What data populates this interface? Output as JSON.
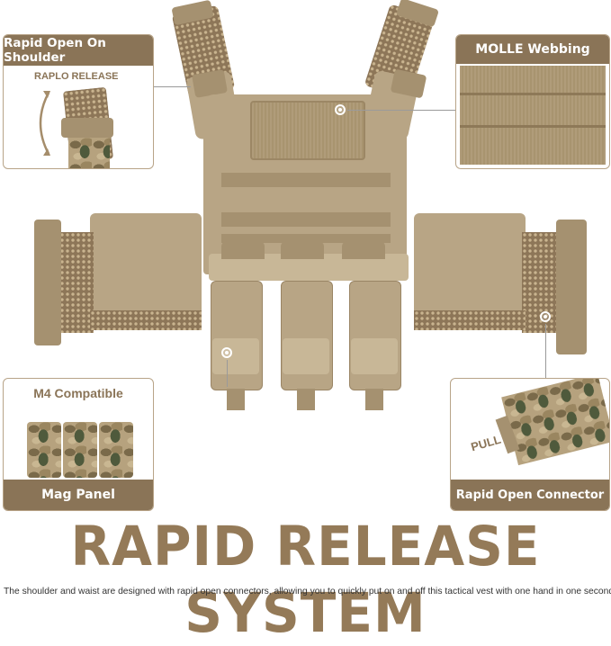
{
  "callouts": {
    "shoulder": {
      "label": "Rapid Open On Shoulder",
      "sublabel": "RAPLO RELEASE"
    },
    "molle": {
      "label": "MOLLE Webbing"
    },
    "mag_panel": {
      "toplabel": "M4 Compatible",
      "label": "Mag Panel"
    },
    "connector": {
      "label": "Rapid Open Connector",
      "pull_label": "PULL"
    }
  },
  "headline": "RAPID RELEASE SYSTEM",
  "caption": "The shoulder and waist are designed with rapid open connectors, allowing you to quickly put on and off this tactical vest with one hand in one second.",
  "colors": {
    "accent": "#8a7457",
    "headline": "#947a58",
    "tan": "#b8a585"
  }
}
